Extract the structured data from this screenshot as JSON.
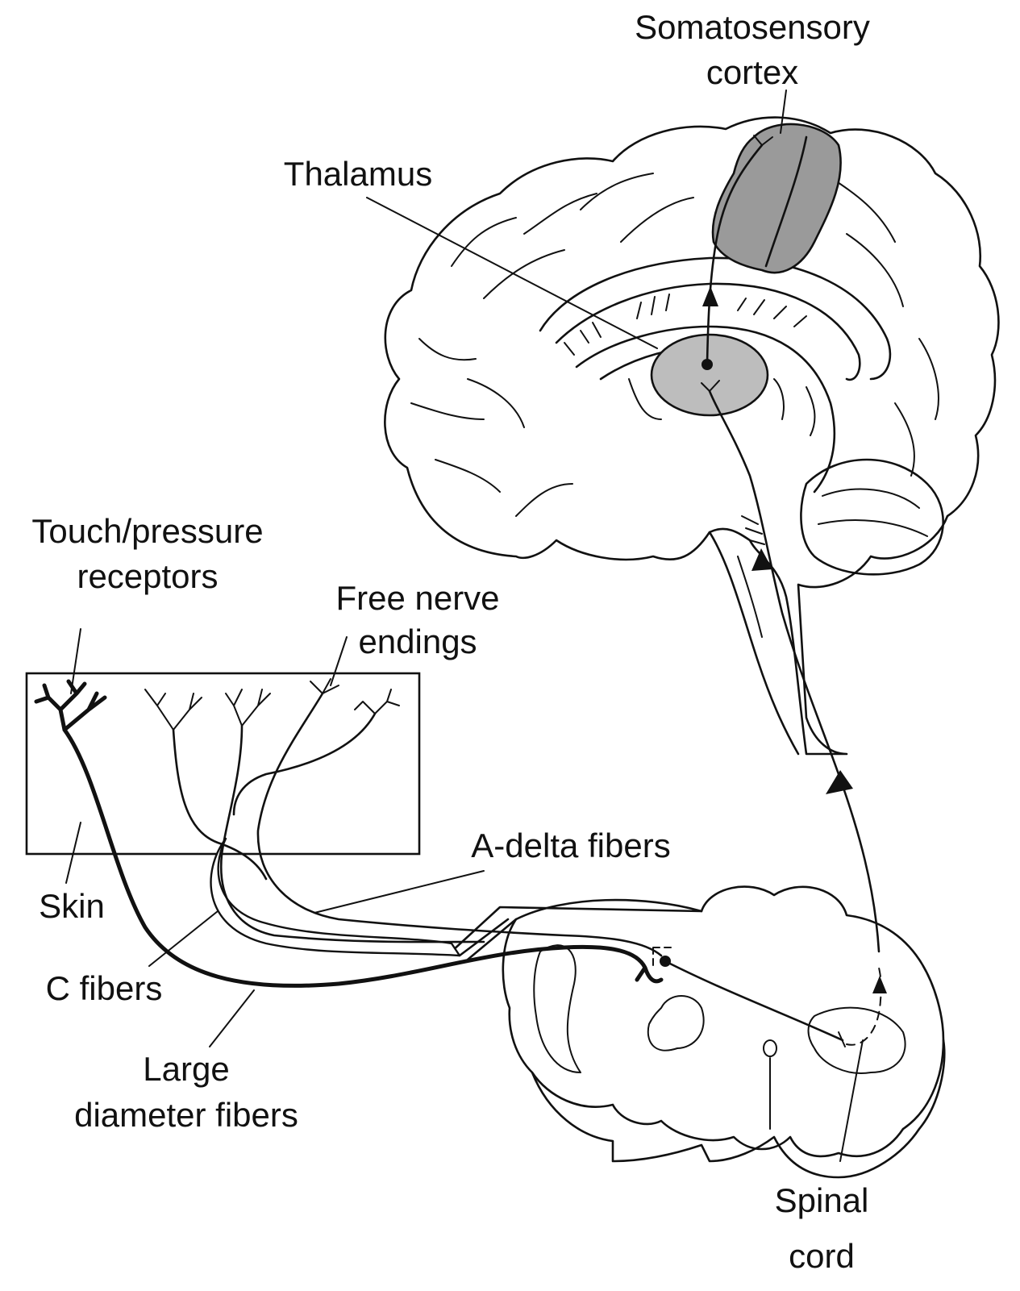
{
  "labels": {
    "somatosensory_cortex": [
      "Somatosensory",
      "cortex"
    ],
    "thalamus": "Thalamus",
    "touch_pressure_receptors": [
      "Touch/pressure",
      "receptors"
    ],
    "free_nerve_endings": [
      "Free nerve",
      "endings"
    ],
    "a_delta_fibers": "A-delta fibers",
    "skin": "Skin",
    "c_fibers": "C fibers",
    "large_diameter_fibers": [
      "Large",
      "diameter fibers"
    ],
    "spinal_cord": [
      "Spinal",
      "cord"
    ]
  },
  "colors": {
    "cortex_fill": "#9a9a9a",
    "thalamus_fill": "#bdbdbd",
    "line": "#111111",
    "background": "#ffffff"
  }
}
